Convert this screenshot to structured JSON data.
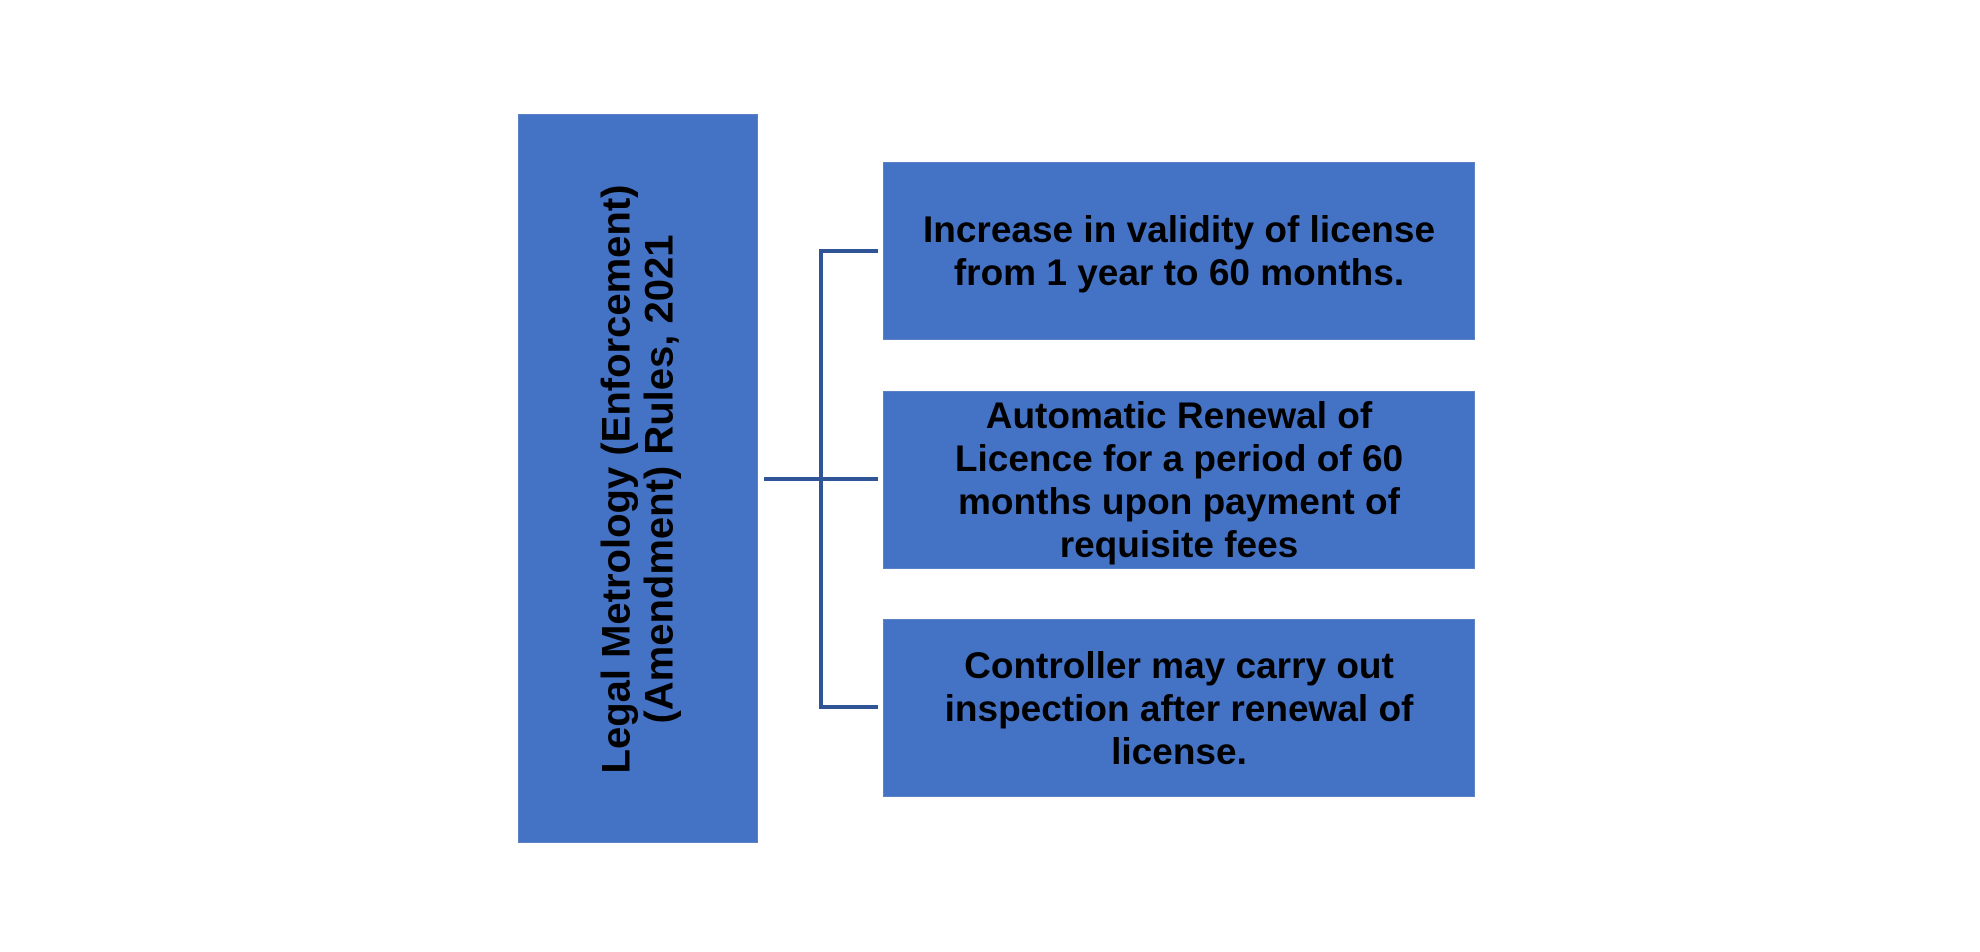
{
  "colors": {
    "box_fill": "#4472c4",
    "box_border": "#5b82c4",
    "connector": "#2f5597",
    "text": "#000000"
  },
  "root": {
    "line1": "Legal Metrology  (Enforcement)",
    "line2": "(Amendment)  Rules, 2021"
  },
  "children": [
    {
      "lines": [
        "Increase in validity of license",
        "from 1 year to 60 months."
      ]
    },
    {
      "lines": [
        "Automatic Renewal of",
        "Licence for a period of 60",
        "months upon payment of",
        "requisite fees"
      ]
    },
    {
      "lines": [
        "Controller may carry out",
        "inspection after renewal of",
        "license."
      ]
    }
  ]
}
